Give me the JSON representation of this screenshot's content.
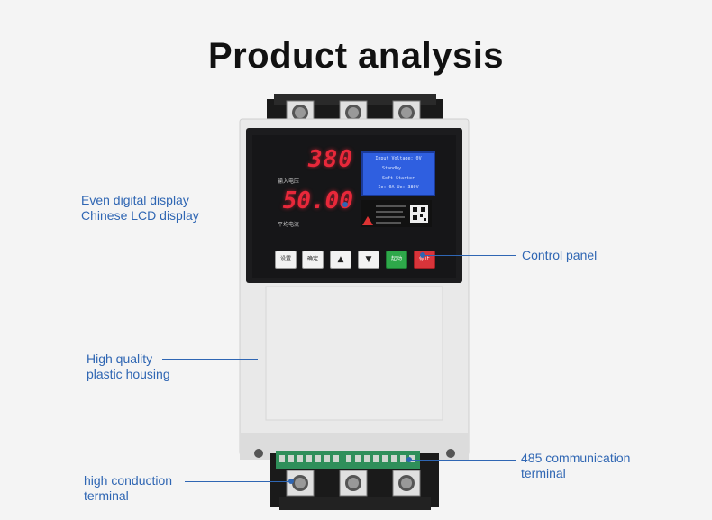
{
  "title": "Product analysis",
  "display": {
    "voltage": "380",
    "voltage_label": "输入电压",
    "current": "50.00",
    "current_label": "平均电流",
    "lcd_line1": "Input Voltage: 0V",
    "lcd_line2": "Standby ....",
    "lcd_line3": "Soft Starter",
    "lcd_line4": "Ie: 0A Ue: 380V"
  },
  "buttons": {
    "set": "设置",
    "confirm": "确定",
    "up": "▲",
    "down": "▼",
    "start": "起动",
    "stop": "停止"
  },
  "callouts": {
    "display_line1": "Even digital display",
    "display_line2": "Chinese LCD display",
    "control_panel": "Control panel",
    "housing_line1": "High quality",
    "housing_line2": "plastic housing",
    "comm_line1": "485 communication",
    "comm_line2": "terminal",
    "terminal_line1": "high conduction",
    "terminal_line2": "terminal"
  },
  "colors": {
    "accent": "#2f66b3",
    "housing": "#e9e9e9",
    "panel": "#1c1c1e",
    "segment": "#e8283a",
    "lcd": "#2f5fe0",
    "start_button": "#2ea84a",
    "stop_button": "#d8343a"
  }
}
